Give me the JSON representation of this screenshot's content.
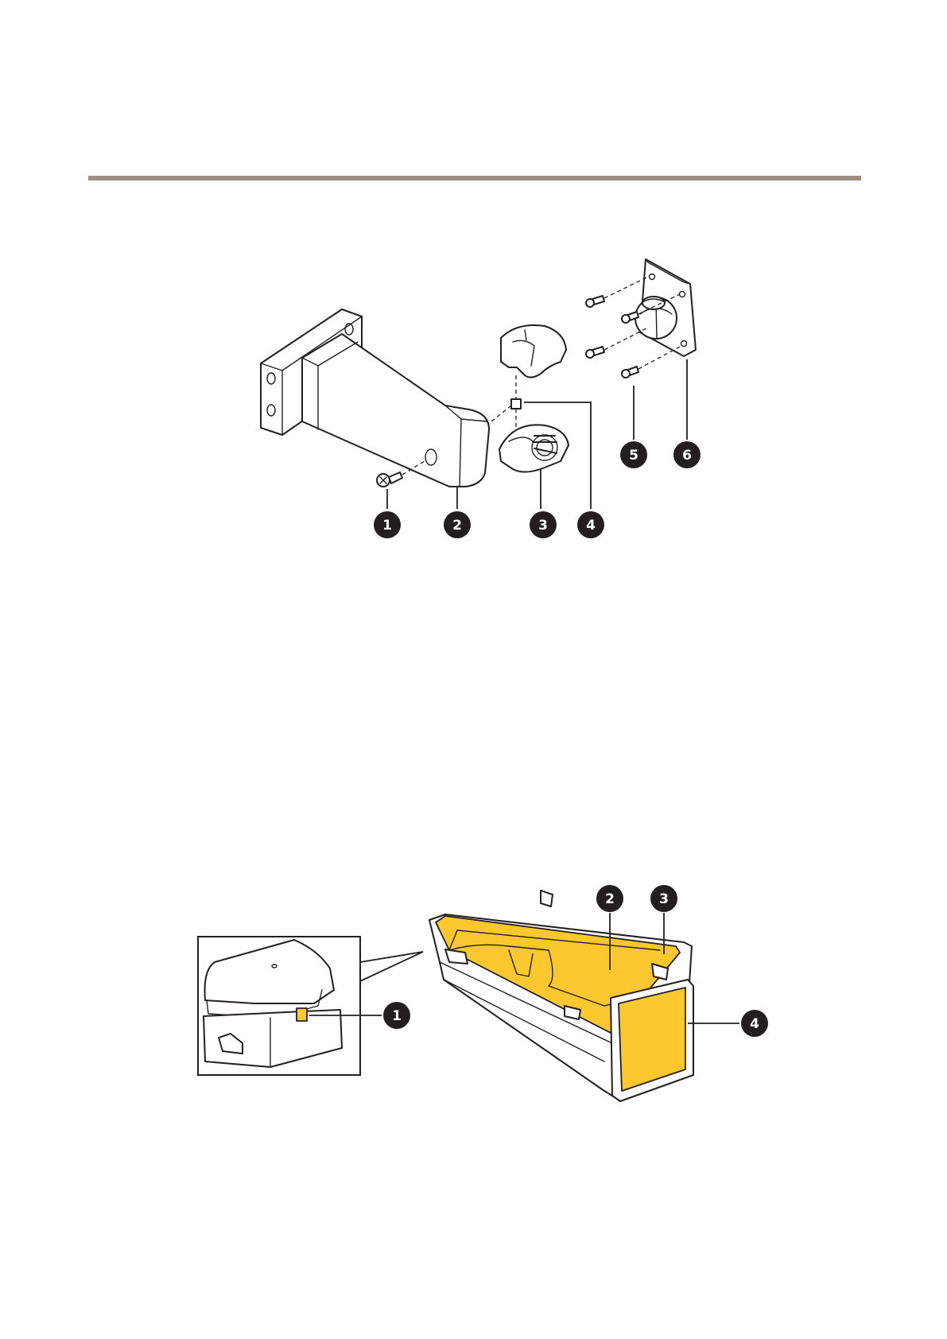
{
  "figure1": {
    "callouts": [
      "1",
      "2",
      "3",
      "4",
      "5",
      "6"
    ]
  },
  "figure2": {
    "callouts": [
      "1",
      "2",
      "3",
      "4"
    ],
    "colors": {
      "highlight": "#fdc82f",
      "outline": "#231f20",
      "rule": "#9e9080"
    }
  }
}
